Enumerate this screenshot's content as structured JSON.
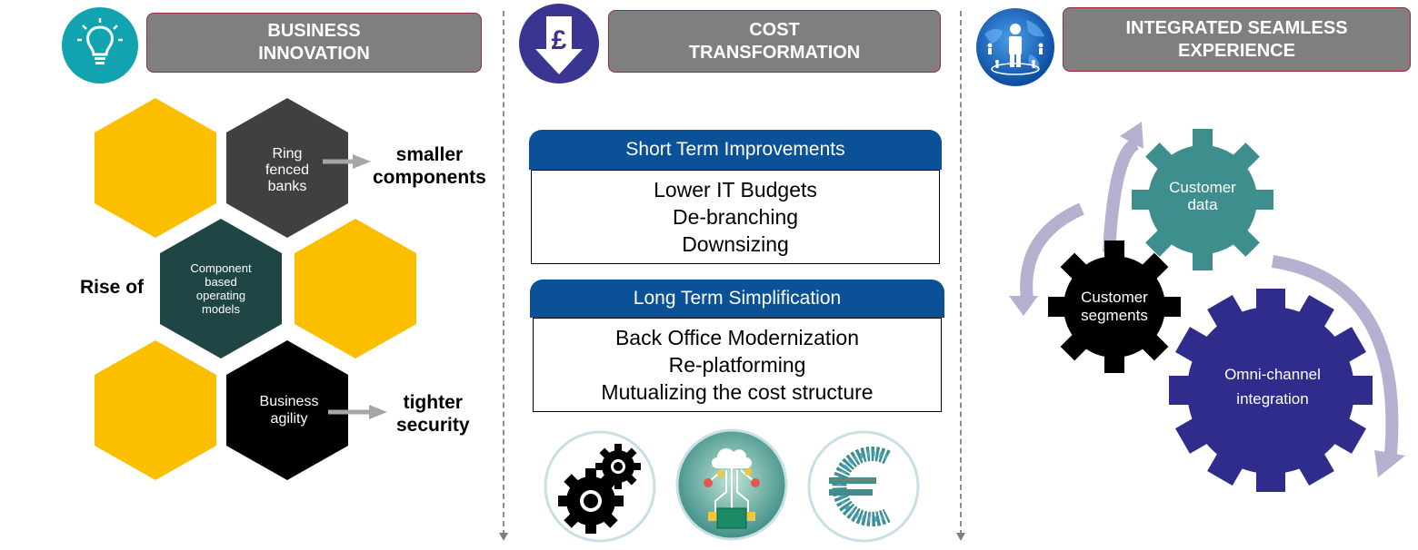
{
  "sections": {
    "business": {
      "title_line1": "BUSINESS",
      "title_line2": "INNOVATION",
      "icon": "lightbulb-icon"
    },
    "cost": {
      "title_line1": "COST",
      "title_line2": "TRANSFORMATION",
      "icon": "pound-down-arrow-icon",
      "currency_symbol": "£"
    },
    "integrated": {
      "title_line1": "INTEGRATED SEAMLESS",
      "title_line2": "EXPERIENCE",
      "icon": "globe-person-icon"
    }
  },
  "business": {
    "hex_ring": [
      "Ring",
      "fenced",
      "banks"
    ],
    "hex_component": [
      "Component",
      "based",
      "operating",
      "models"
    ],
    "hex_agility": [
      "Business",
      "agility"
    ],
    "rise_of": "Rise of",
    "smaller": [
      "smaller",
      "components"
    ],
    "tighter": [
      "tighter",
      "security"
    ]
  },
  "cost": {
    "short_term": {
      "title": "Short Term Improvements",
      "items": [
        "Lower IT Budgets",
        "De-branching",
        "Downsizing"
      ]
    },
    "long_term": {
      "title": "Long Term Simplification",
      "items": [
        "Back Office Modernization",
        "Re-platforming",
        "Mutualizing the cost structure"
      ]
    },
    "bottom_icons": [
      "gears-icon",
      "cloud-network-icon",
      "euro-icon"
    ]
  },
  "integrated": {
    "gear_data": [
      "Customer",
      "data"
    ],
    "gear_segments": [
      "Customer",
      "segments"
    ],
    "gear_omni": [
      "Omni-channel",
      "integration"
    ]
  },
  "colors": {
    "header_gray": "#7f7f7f",
    "header_border": "#9b2c35",
    "yellow": "#fbbf00",
    "dark_gray_hex": "#404040",
    "teal_dark_hex": "#1f4645",
    "black": "#000000",
    "blue_tab": "#0a5198",
    "teal_icon": "#12a3b0",
    "purple_icon": "#3a3590",
    "teal_gear": "#3f8e8e",
    "navy_gear": "#302c8c",
    "arc_color": "#b3b0d0"
  }
}
